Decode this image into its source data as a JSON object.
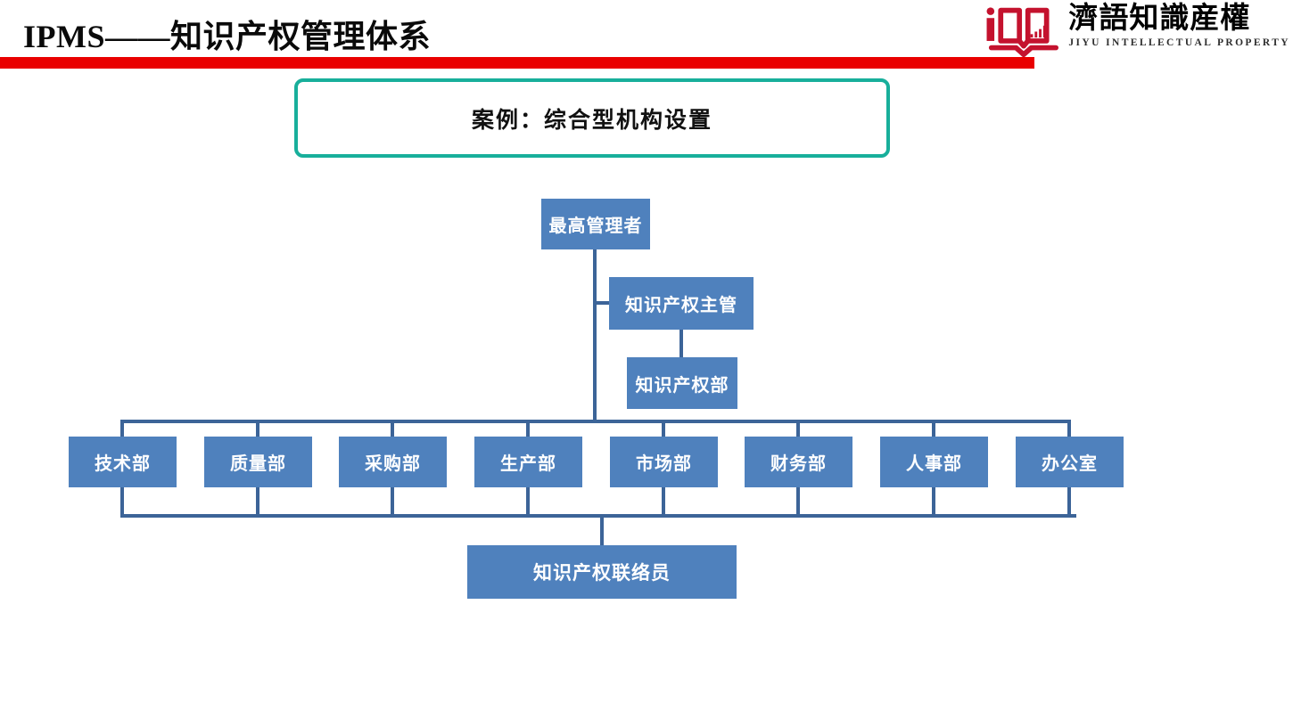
{
  "header": {
    "title": "IPMS——知识产权管理体系",
    "underline_color": "#E90000"
  },
  "logo": {
    "icon": "open-book-bar-chart-icon",
    "icon_color": "#C4122E",
    "name_cn": "濟語知識産權",
    "name_en": "JIYU INTELLECTUAL PROPERTY"
  },
  "case_label": {
    "text": "案例：综合型机构设置",
    "border_color": "#18AF9B"
  },
  "org_chart": {
    "type": "organization-chart",
    "node_fill_color": "#4F81BD",
    "connector_color": "#3C6498",
    "node_text_color": "#FFFFFF",
    "root": "最高管理者",
    "supervisor": "知识产权主管",
    "ip_department": "知识产权部",
    "departments": [
      "技术部",
      "质量部",
      "采购部",
      "生产部",
      "市场部",
      "财务部",
      "人事部",
      "办公室"
    ],
    "liaison": "知识产权联络员"
  }
}
